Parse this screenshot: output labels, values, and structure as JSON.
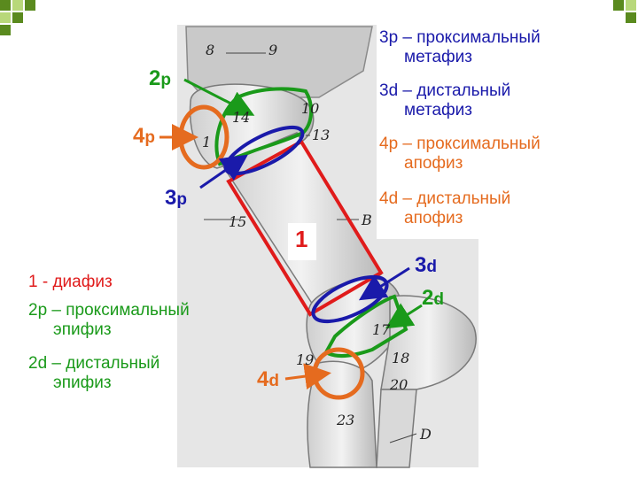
{
  "colors": {
    "green": "#1a9a1a",
    "blue": "#1a1aaa",
    "orange": "#e56b1f",
    "red": "#e01b1b",
    "deco_dark": "#5a8a1e",
    "deco_light": "#b8d87a"
  },
  "legend_right": {
    "l3p": {
      "line1": "3р – проксимальный",
      "line2": "метафиз"
    },
    "l3d": {
      "line1": "3d – дистальный",
      "line2": "метафиз"
    },
    "l4p": {
      "line1": "4р – проксимальный",
      "line2": "апофиз"
    },
    "l4d": {
      "line1": "4d – дистальный",
      "line2": "апофиз"
    }
  },
  "legend_left": {
    "l1": "1 - диафиз",
    "l2p": {
      "line1": "2р – проксимальный",
      "line2": "эпифиз"
    },
    "l2d": {
      "line1": "2d – дистальный",
      "line2": "эпифиз"
    }
  },
  "labels": {
    "p2": {
      "num": "2",
      "sub": "р"
    },
    "p4": {
      "num": "4",
      "sub": "р"
    },
    "p3": {
      "num": "3",
      "sub": "р"
    },
    "d3": {
      "num": "3",
      "sub": "d"
    },
    "d2": {
      "num": "2",
      "sub": "d"
    },
    "d4": {
      "num": "4",
      "sub": "d"
    },
    "one": "1"
  },
  "bone_numbers": {
    "n8": "8",
    "n9": "9",
    "n10": "10",
    "n13": "13",
    "n14": "14",
    "n1": "1",
    "n15": "15",
    "nB": "B",
    "n18": "18",
    "n19": "19",
    "n20": "20",
    "n23": "23",
    "nD": "D",
    "n17": "17"
  }
}
